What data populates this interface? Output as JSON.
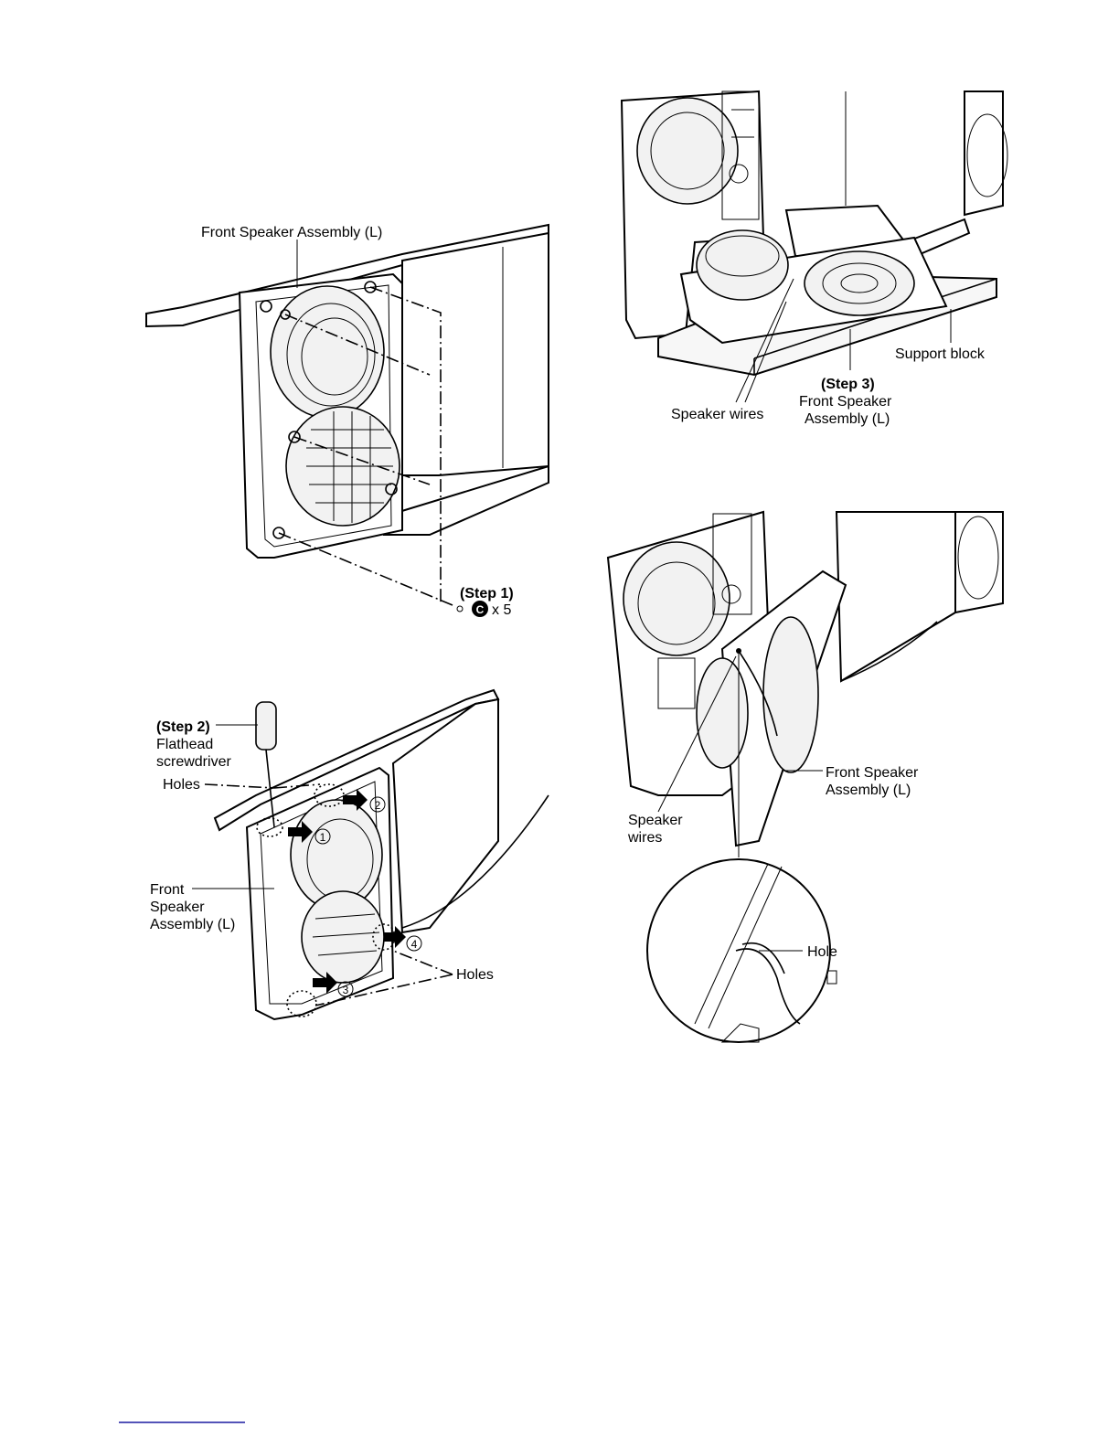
{
  "figure1": {
    "label_assembly": "Front Speaker Assembly (L)",
    "step1_title": "(Step 1)",
    "screw_symbol": "C",
    "screw_count": "x 5"
  },
  "figure2": {
    "step2_title": "(Step 2)",
    "tool_line1": "Flathead",
    "tool_line2": "screwdriver",
    "holes_top": "Holes",
    "assembly_line1": "Front",
    "assembly_line2": "Speaker",
    "assembly_line3": "Assembly (L)",
    "holes_bottom": "Holes",
    "markers": [
      "1",
      "2",
      "3",
      "4"
    ]
  },
  "figure3": {
    "support_block": "Support block",
    "step3_title": "(Step 3)",
    "assembly_line1": "Front Speaker",
    "assembly_line2": "Assembly (L)",
    "speaker_wires": "Speaker wires"
  },
  "figure4": {
    "assembly_line1": "Front Speaker",
    "assembly_line2": "Assembly (L)",
    "wires_line1": "Speaker",
    "wires_line2": "wires",
    "hole": "Hole"
  }
}
